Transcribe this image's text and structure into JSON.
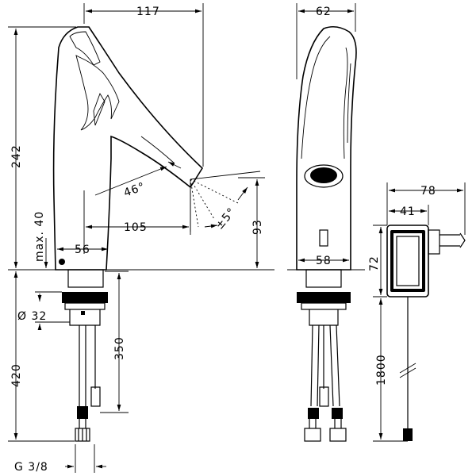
{
  "dimensions": {
    "spout_length": "117",
    "front_width": "62",
    "adapter_width": "78",
    "adapter_depth": "41",
    "adapter_height": "72",
    "total_height": "242",
    "max_height": "max. 40",
    "spray_angle": "46°",
    "angle_tolerance": "±5°",
    "projection": "105",
    "spout_height": "93",
    "base_diameter_side": "56",
    "base_diameter_front": "58",
    "shank_diameter": "Ø 32",
    "shank_length": "350",
    "hose_length": "420",
    "cable_length": "1800",
    "connection_thread": "G 3/8"
  }
}
